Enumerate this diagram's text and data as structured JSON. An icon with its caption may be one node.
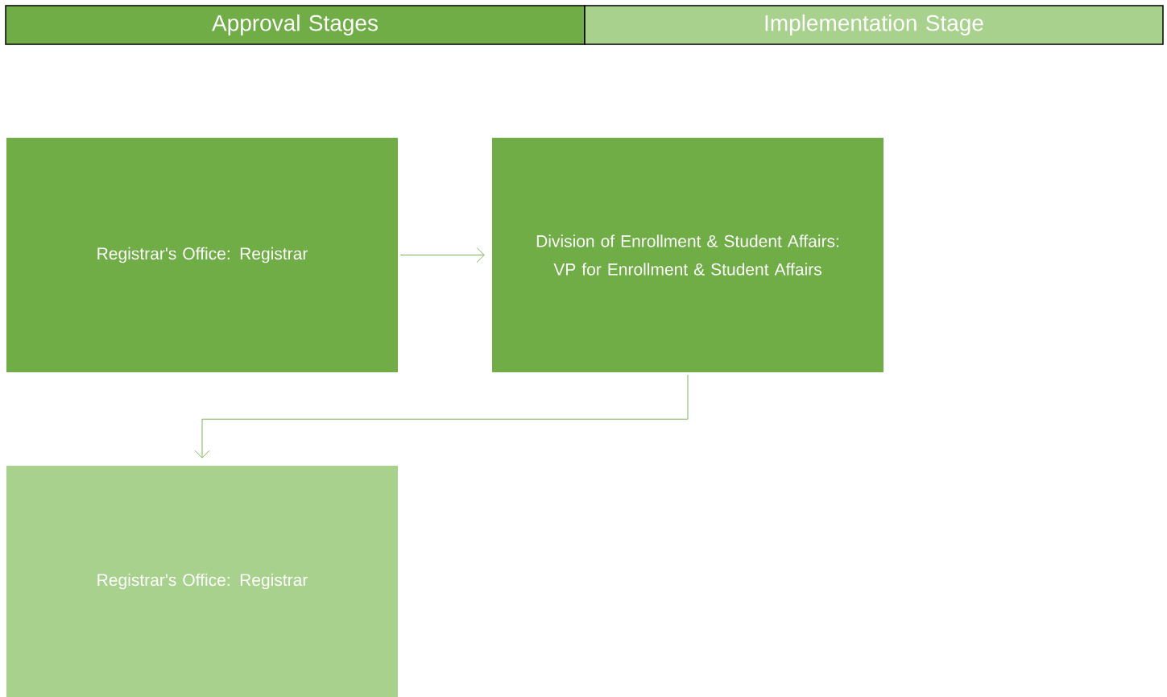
{
  "diagram": {
    "nodes": [
      {
        "text": [
          "Approval Stages"
        ]
      },
      {
        "text": [
          "Implementation Stage"
        ]
      },
      {
        "text": [
          "Registrar's Office: Registrar"
        ]
      },
      {
        "text": [
          "Division of Enrollment & Student Affairs:",
          "VP for Enrollment & Student Affairs"
        ]
      },
      {
        "text": [
          "Registrar's Office: Registrar"
        ]
      }
    ],
    "edges": [
      {
        "from": 2,
        "to": 3,
        "arrow": "to"
      },
      {
        "from": 3,
        "to": 4,
        "arrow": "to"
      }
    ]
  }
}
